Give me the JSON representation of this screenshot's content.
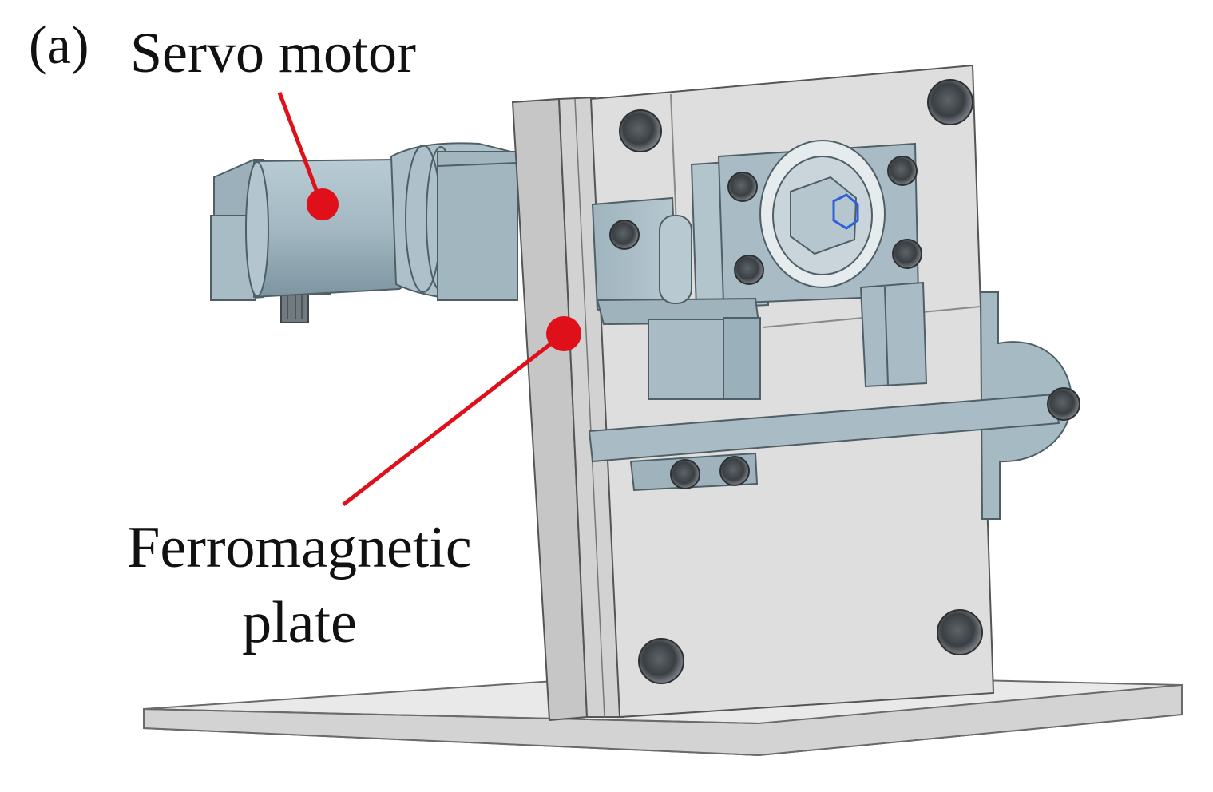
{
  "figure": {
    "panel_label": "(a)",
    "annotations": {
      "servo_motor": "Servo motor",
      "ferromagnetic_plate": "Ferromagnetic plate"
    }
  },
  "colors": {
    "callout": "#e0101a",
    "part_blue": "#a9bec8",
    "part_blue_dark": "#7f97a3",
    "plate_light": "#dcdcdc",
    "plate_mid": "#c9c9c9",
    "base": "#d6d6d6",
    "bolt": "#3f4448",
    "hex_outline": "#2f62d6"
  },
  "icons": [
    "bolt-icon",
    "hex-socket-icon"
  ]
}
